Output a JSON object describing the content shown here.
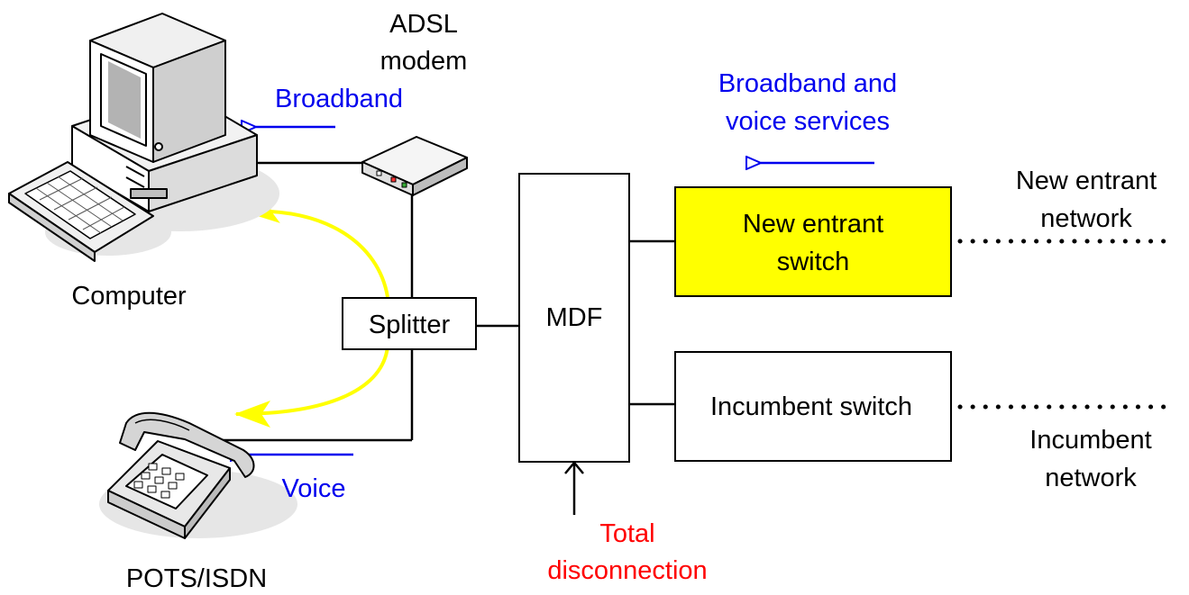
{
  "labels": {
    "computer": "Computer",
    "adsl_line1": "ADSL",
    "adsl_line2": "modem",
    "broadband": "Broadband",
    "voice": "Voice",
    "pots": "POTS/ISDN",
    "splitter": "Splitter",
    "mdf": "MDF",
    "services_line1": "Broadband and",
    "services_line2": "voice services",
    "new_switch_line1": "New entrant",
    "new_switch_line2": "switch",
    "incumbent_switch": "Incumbent switch",
    "new_net_line1": "New entrant",
    "new_net_line2": "network",
    "inc_net_line1": "Incumbent",
    "inc_net_line2": "network",
    "total_line1": "Total",
    "total_line2": "disconnection"
  },
  "colors": {
    "line": "#000000",
    "signal_label": "#0000ee",
    "disconnection_label": "#ff0000",
    "new_switch_fill": "#ffff00",
    "split_arrow": "#ffff00"
  }
}
